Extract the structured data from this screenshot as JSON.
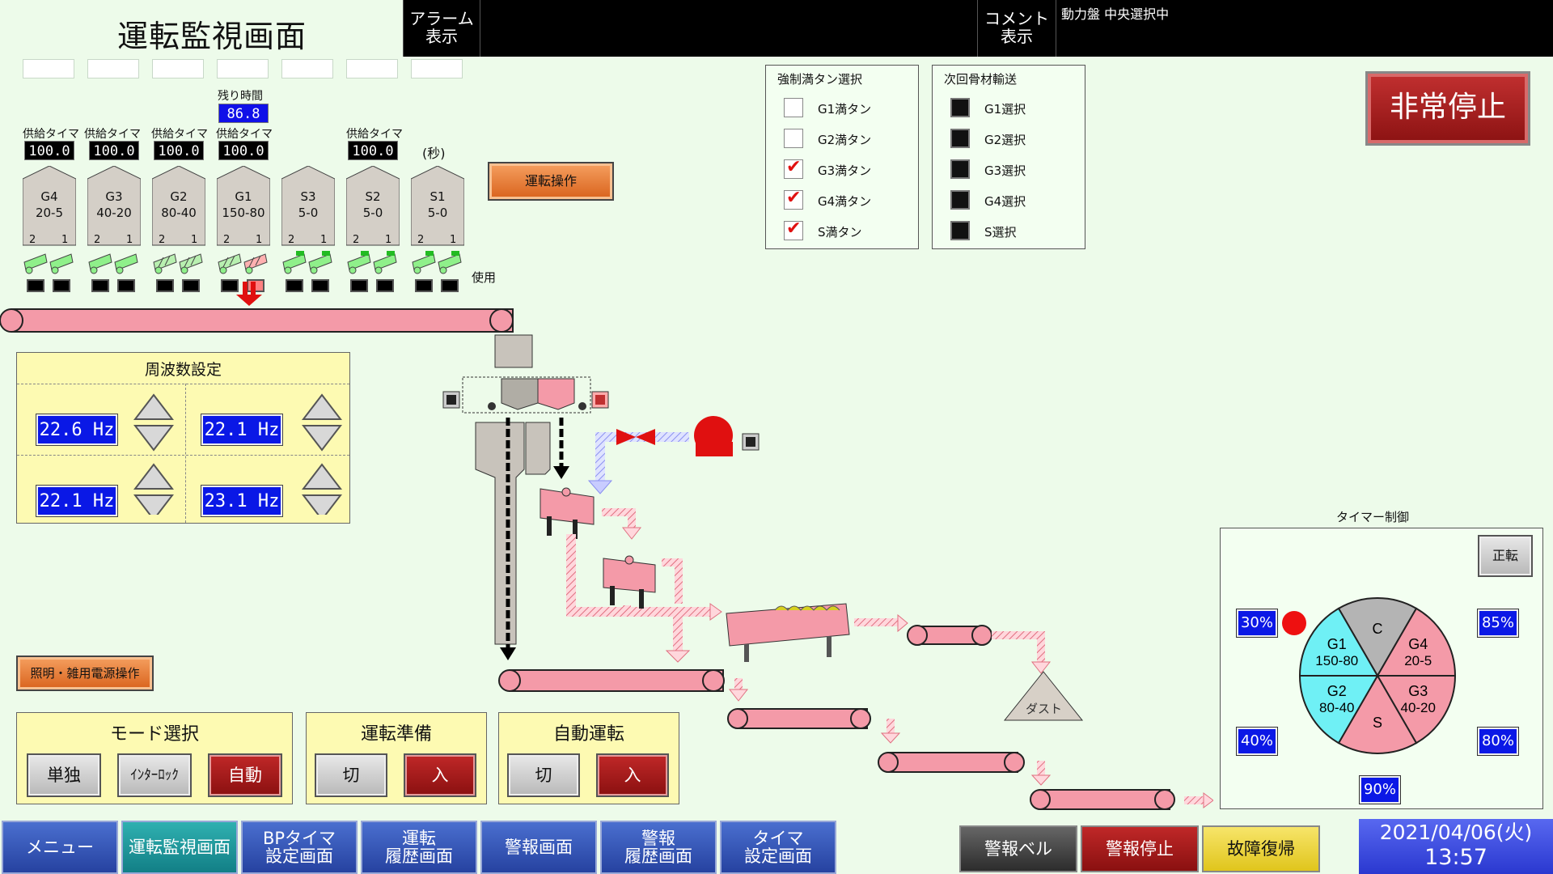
{
  "header": {
    "title": "運転監視画面",
    "alarm_line1": "アラーム",
    "alarm_line2": "表示",
    "comment_line1": "コメント",
    "comment_line2": "表示",
    "status": "動力盤 中央選択中"
  },
  "feed": {
    "remaining_label": "残り時間",
    "remaining_value": "86.8",
    "sec_label": "(秒)",
    "use_label": "使用",
    "timer_label": "供給タイマ",
    "timers": [
      {
        "label": "供給タイマ",
        "value": "100.0"
      },
      {
        "label": "供給タイマ",
        "value": "100.0"
      },
      {
        "label": "供給タイマ",
        "value": "100.0"
      },
      {
        "label": "供給タイマ",
        "value": "100.0"
      },
      {
        "label": "供給タイマ",
        "value": "100.0"
      }
    ],
    "silos": [
      {
        "name": "G4",
        "size": "20-5"
      },
      {
        "name": "G3",
        "size": "40-20"
      },
      {
        "name": "G2",
        "size": "80-40"
      },
      {
        "name": "G1",
        "size": "150-80"
      },
      {
        "name": "S3",
        "size": "5-0"
      },
      {
        "name": "S2",
        "size": "5-0"
      },
      {
        "name": "S1",
        "size": "5-0"
      }
    ],
    "gate_labels": [
      "2",
      "1"
    ]
  },
  "operation_button": "運転操作",
  "freq": {
    "title": "周波数設定",
    "values": [
      "22.6 Hz",
      "22.1 Hz",
      "22.1 Hz",
      "23.1 Hz"
    ]
  },
  "forced_full": {
    "title": "強制満タン選択",
    "items": [
      {
        "label": "G1満タン",
        "checked": false
      },
      {
        "label": "G2満タン",
        "checked": false
      },
      {
        "label": "G3満タン",
        "checked": true
      },
      {
        "label": "G4満タン",
        "checked": true
      },
      {
        "label": "S満タン",
        "checked": true
      }
    ]
  },
  "next_material": {
    "title": "次回骨材輸送",
    "items": [
      "G1選択",
      "G2選択",
      "G3選択",
      "G4選択",
      "S選択"
    ]
  },
  "emergency_stop": "非常停止",
  "lighting_button": "照明・雑用電源操作",
  "mode": {
    "title": "モード選択",
    "single": "単独",
    "interlock": "ｲﾝﾀｰﾛｯｸ",
    "auto": "自動"
  },
  "prep": {
    "title": "運転準備",
    "off": "切",
    "on": "入"
  },
  "auto_run": {
    "title": "自動運転",
    "off": "切",
    "on": "入"
  },
  "dust_label": "ダスト",
  "timer_ctrl": {
    "title": "タイマー制御",
    "forward": "正転",
    "pct_30": "30%",
    "pct_40": "40%",
    "pct_85": "85%",
    "pct_80": "80%",
    "pct_90": "90%",
    "sectors": [
      {
        "label": "C"
      },
      {
        "label": "G4",
        "sub": "20-5"
      },
      {
        "label": "G3",
        "sub": "40-20"
      },
      {
        "label": "S"
      },
      {
        "label": "G2",
        "sub": "80-40"
      },
      {
        "label": "G1",
        "sub": "150-80"
      }
    ],
    "colors": {
      "C": "#b4b4b4",
      "pink": "#f49aa8",
      "cyan": "#6ff0f5"
    }
  },
  "nav": [
    {
      "l1": "メニュー"
    },
    {
      "l1": "運転監視画面"
    },
    {
      "l1": "BPタイマ",
      "l2": "設定画面"
    },
    {
      "l1": "運転",
      "l2": "履歴画面"
    },
    {
      "l1": "警報画面"
    },
    {
      "l1": "警報",
      "l2": "履歴画面"
    },
    {
      "l1": "タイマ",
      "l2": "設定画面"
    }
  ],
  "alarm_buttons": {
    "bell": "警報ベル",
    "stop": "警報停止",
    "reset": "故障復帰"
  },
  "clock": {
    "date": "2021/04/06(火)",
    "time": "13:57"
  }
}
